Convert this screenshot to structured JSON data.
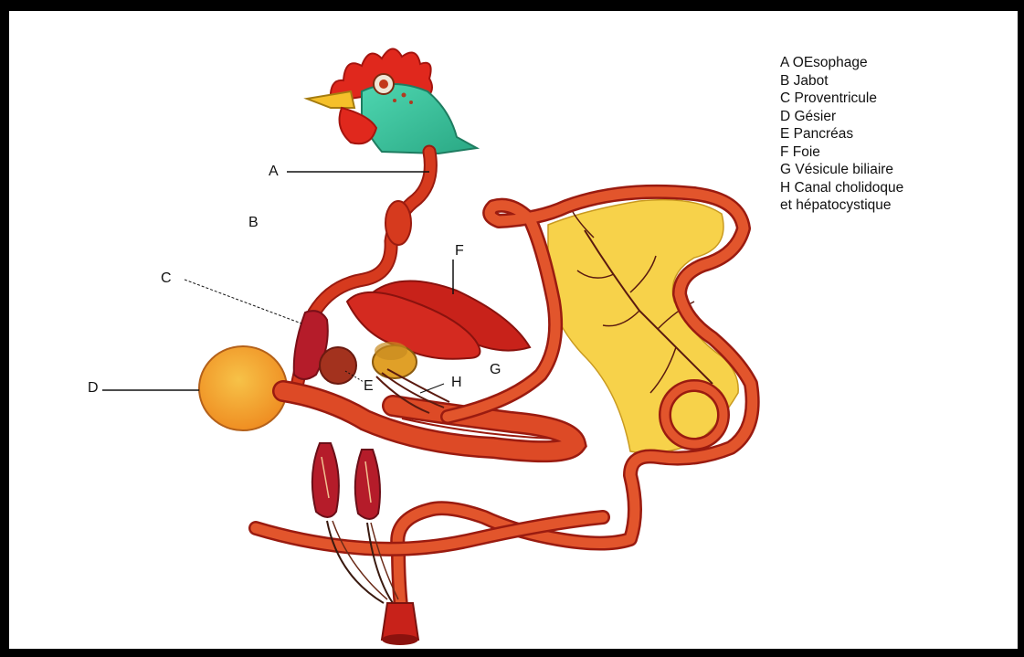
{
  "diagram": {
    "labels": {
      "A": "A",
      "B": "B",
      "C": "C",
      "D": "D",
      "E": "E",
      "F": "F",
      "G": "G",
      "H": "H"
    },
    "legend": [
      "A OEsophage",
      "B Jabot",
      "C Proventricule",
      "D Gésier",
      "E Pancréas",
      "F Foie",
      "G Vésicule biliaire",
      "H Canal cholidoque",
      "et hépatocystique"
    ]
  },
  "colors": {
    "background": "#ffffff",
    "frame": "#000000",
    "tract": "#d63a1e",
    "tract_outline": "#9a1b10",
    "liver": "#c8221a",
    "gizzard": "#f2a12c",
    "mesentery": "#f7d24a",
    "comb": "#e0281d",
    "head": "#3ec9a0",
    "beak": "#f5c02a",
    "vessels": "#5a1a10"
  }
}
